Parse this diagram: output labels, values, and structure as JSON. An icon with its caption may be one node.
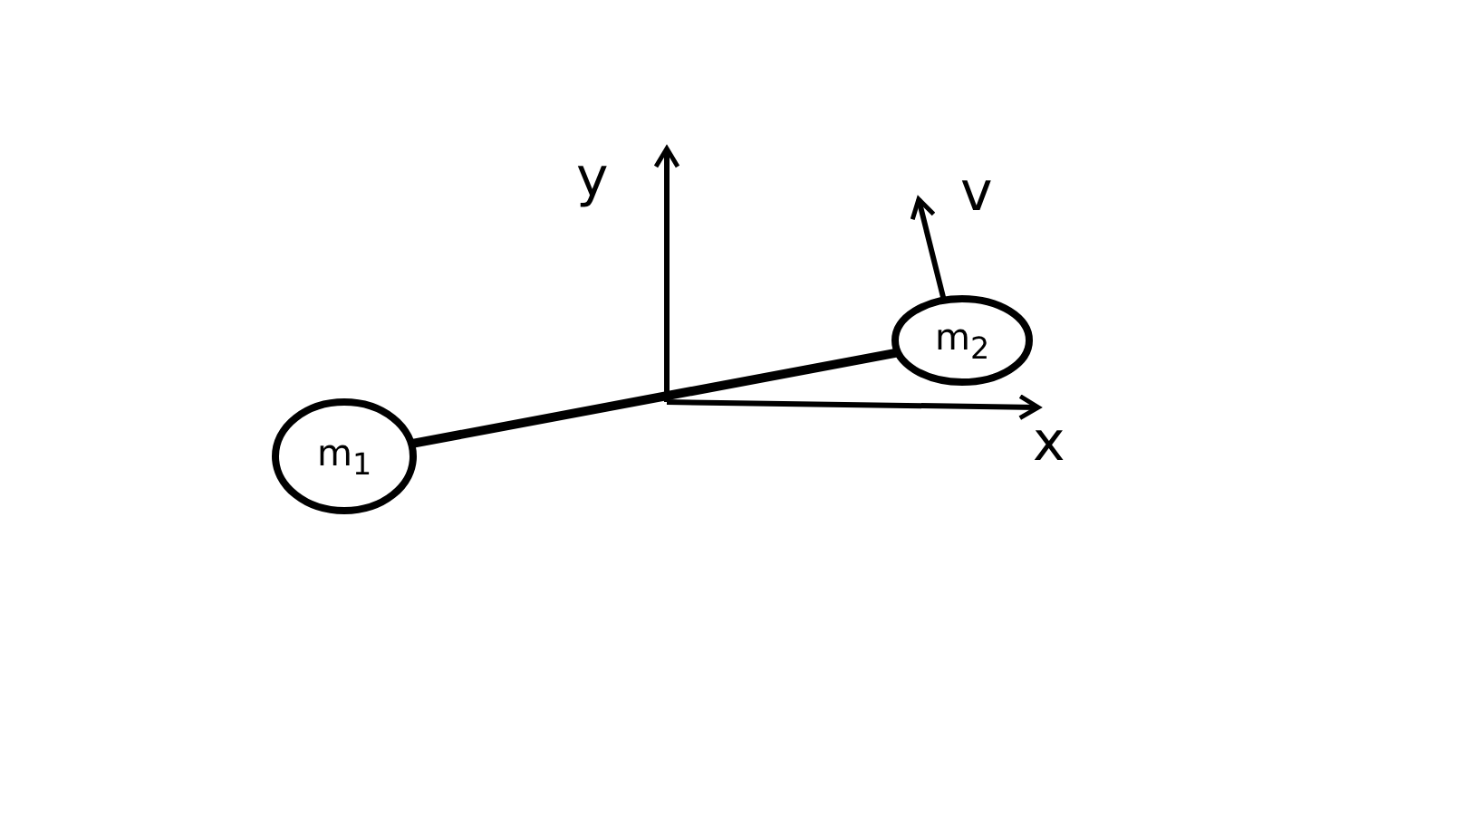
{
  "diagram": {
    "nodes": [
      {
        "text": [
          "m$_{1}$"
        ]
      },
      {
        "text": [
          "m$_{2}$"
        ]
      }
    ],
    "edges": [
      {
        "from": 0,
        "to": 1,
        "arrow": "none"
      }
    ],
    "labels": [
      "y",
      "v",
      "x"
    ]
  }
}
